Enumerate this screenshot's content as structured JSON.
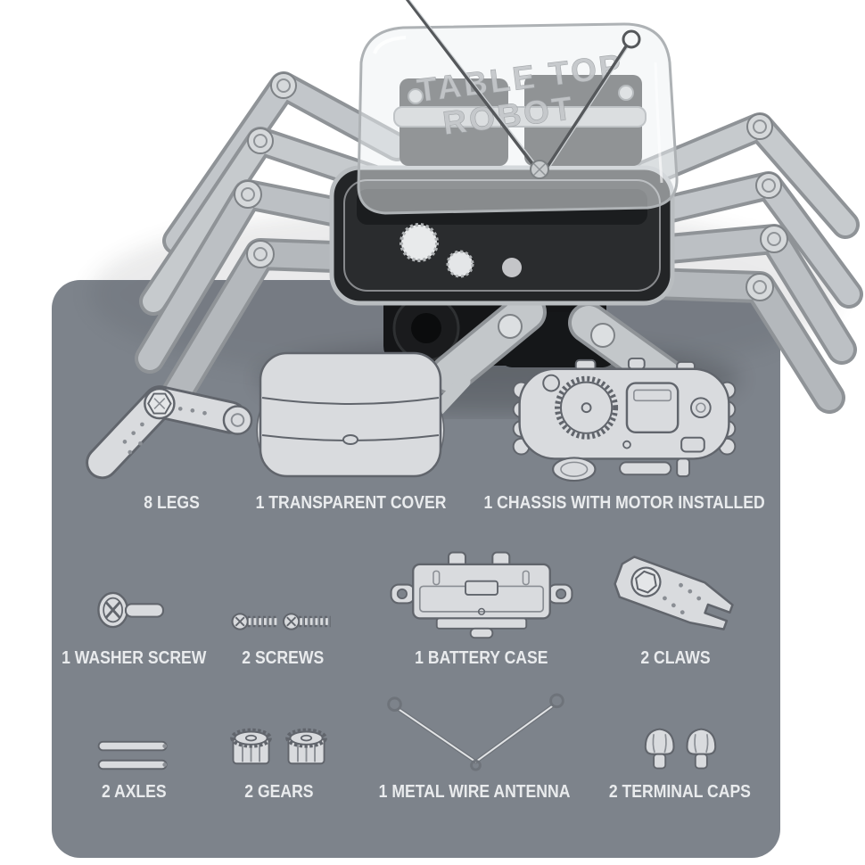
{
  "robot": {
    "cover_line1": "TABLE TOP",
    "cover_line2": "ROBOT"
  },
  "colors": {
    "background": "#ffffff",
    "panel": "#7d838b",
    "label_text": "#e9ebed",
    "illustration_fill": "#d9dbde",
    "illustration_stroke": "#595e66",
    "robot_silver": "#bfc3c7",
    "robot_dark": "#232527"
  },
  "parts": [
    {
      "label": "8 LEGS",
      "icon": "legs-icon"
    },
    {
      "label": "1 TRANSPARENT COVER",
      "icon": "cover-icon"
    },
    {
      "label": "1 CHASSIS WITH MOTOR INSTALLED",
      "icon": "chassis-icon"
    },
    {
      "label": "1 WASHER SCREW",
      "icon": "washer-screw-icon"
    },
    {
      "label": "2 SCREWS",
      "icon": "screws-icon"
    },
    {
      "label": "1 BATTERY CASE",
      "icon": "battery-case-icon"
    },
    {
      "label": "2 CLAWS",
      "icon": "claws-icon"
    },
    {
      "label": "2 AXLES",
      "icon": "axles-icon"
    },
    {
      "label": "2 GEARS",
      "icon": "gears-icon"
    },
    {
      "label": "1 METAL WIRE ANTENNA",
      "icon": "antenna-icon"
    },
    {
      "label": "2 TERMINAL CAPS",
      "icon": "terminal-caps-icon"
    }
  ]
}
